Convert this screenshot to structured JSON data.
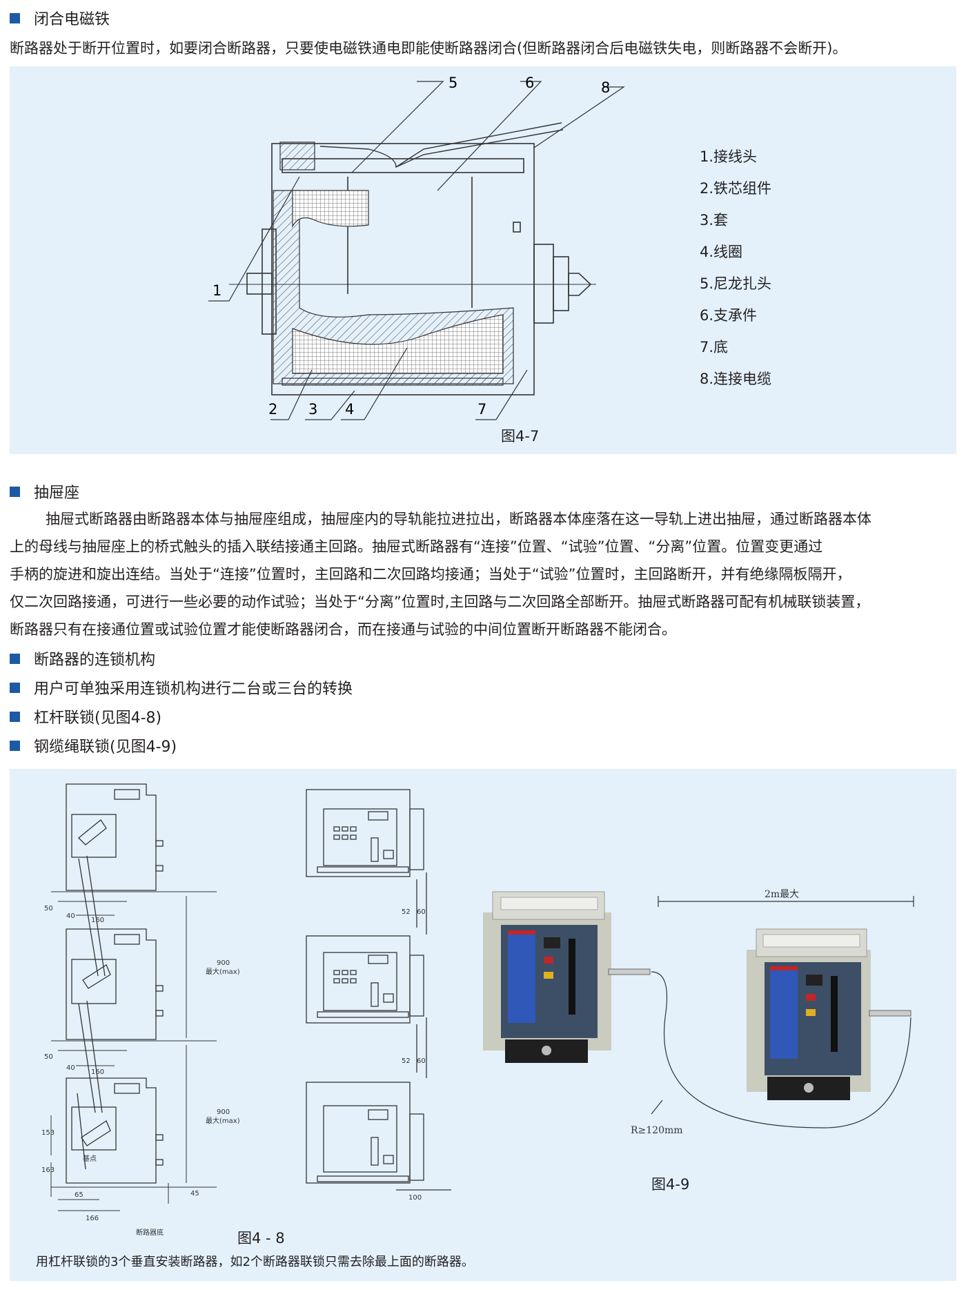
{
  "section1": {
    "heading": "闭合电磁铁",
    "text": "断路器处于断开位置时，如要闭合断路器，只要使电磁铁通电即能使断路器闭合(但断路器闭合后电磁铁失电，则断路器不会断开)。"
  },
  "figure47": {
    "callouts": [
      "1",
      "2",
      "3",
      "4",
      "5",
      "6",
      "7",
      "8"
    ],
    "legend": [
      "1.接线头",
      "2.铁芯组件",
      "3.套",
      "4.线圈",
      "5.尼龙扎头",
      "6.支承件",
      "7.底",
      "8.连接电缆"
    ],
    "caption": "图4-7"
  },
  "section2": {
    "heading": "抽屉座",
    "lines": [
      "抽屉式断路器由断路器本体与抽屉座组成，抽屉座内的导轨能拉进拉出，断路器本体座落在这一导轨上进出抽屉，通过断路器本体",
      "上的母线与抽屉座上的桥式触头的插入联结接通主回路。抽屉式断路器有“连接”位置、“试验”位置、“分离”位置。位置变更通过",
      "手柄的旋进和旋出连结。当处于“连接”位置时，主回路和二次回路均接通；当处于“试验”位置时，主回路断开，并有绝缘隔板隔开，",
      "仅二次回路接通，可进行一些必要的动作试验；当处于“分离”位置时,主回路与二次回路全部断开。抽屉式断路器可配有机械联锁装置，",
      "断路器只有在接通位置或试验位置才能使断路器闭合，而在接通与试验的中间位置断开断路器不能闭合。"
    ]
  },
  "bullets": [
    "断路器的连锁机构",
    "用户可单独采用连锁机构进行二台或三台的转换",
    "杠杆联锁(见图4-8)",
    "钢缆绳联锁(见图4-9)"
  ],
  "figure48": {
    "dims": {
      "d50a": "50",
      "d40a": "40",
      "d160a": "160",
      "d50b": "50",
      "d40b": "40",
      "d160b": "160",
      "d900a": "900",
      "max_a": "最大(max)",
      "d900b": "900",
      "max_b": "最大(max)",
      "d153": "153",
      "d163": "163",
      "base_point": "基点",
      "d65": "65",
      "d166": "166",
      "d45": "45",
      "breaker_base": "断路器底",
      "d52a": "52",
      "d60a": "60",
      "d52b": "52",
      "d60b": "60",
      "d100": "100"
    },
    "caption": "图4 - 8",
    "note": "用杠杆联锁的3个垂直安装断路器，如2个断路器联锁只需去除最上面的断路器。"
  },
  "figure49": {
    "max_length": "2m最大",
    "radius": "R≥120mm",
    "caption": "图4-9"
  },
  "colors": {
    "panel_bg": "#e4f1fb",
    "bullet": "#1c5aa6",
    "breaker_body": "#3d4f66",
    "breaker_frame": "#c9ccbf",
    "red_band": "#c0262a"
  }
}
